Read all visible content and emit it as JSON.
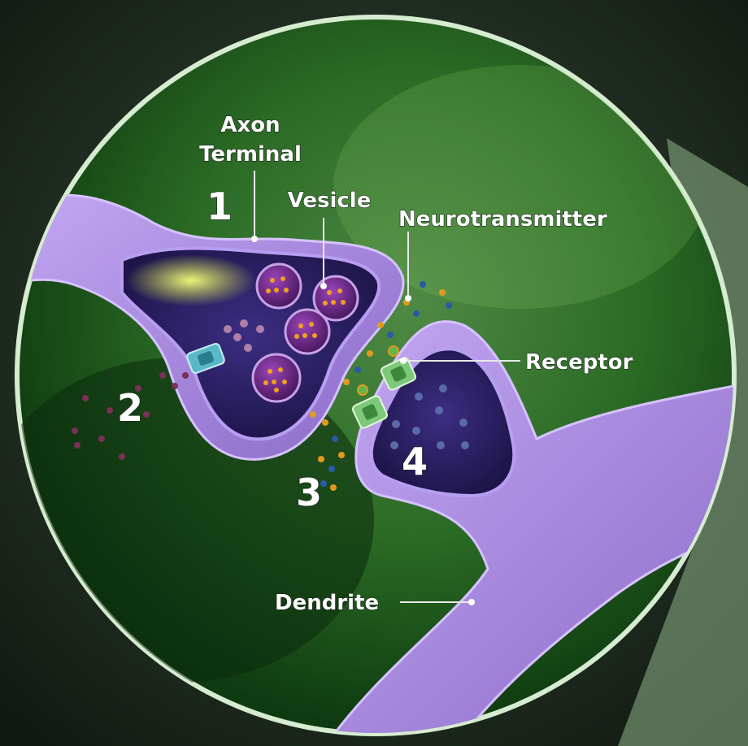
{
  "diagram": {
    "labels": {
      "axon_terminal_line1": "Axon",
      "axon_terminal_line2": "Terminal",
      "vesicle": "Vesicle",
      "neurotransmitter": "Neurotransmitter",
      "receptor": "Receptor",
      "dendrite": "Dendrite"
    },
    "steps": [
      "1",
      "2",
      "3",
      "4"
    ],
    "colors": {
      "background": "#1e2a1f",
      "lens_green": "#1f5a1c",
      "neuron_membrane": "#9b7fd6",
      "neuron_interior": "#2b2060",
      "vesicle": "#6b2a8a",
      "neurotransmitter_orange": "#e09a20",
      "neurotransmitter_blue": "#2a5aa8",
      "receptor_green": "#7ec87a",
      "transporter_cyan": "#5ab8c8",
      "label_text": "#ffffff"
    }
  }
}
